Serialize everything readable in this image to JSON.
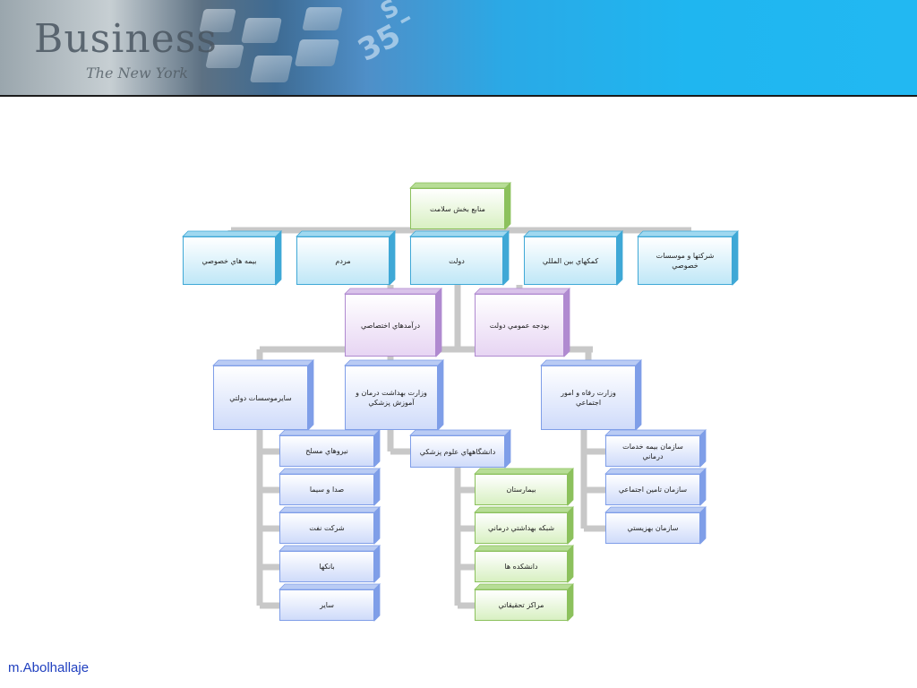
{
  "header": {
    "brand": "Business",
    "brand_sub": "The New York",
    "glyphs": [
      "35",
      "–",
      "S"
    ]
  },
  "footer": {
    "author": "m.Abolhallaje"
  },
  "colors": {
    "connector": "#c8c8c8",
    "green": "#8cc15d",
    "cyan": "#3fa8d6",
    "purple": "#b08ad0",
    "blue": "#7f9ee8",
    "author_text": "#1f3fbf"
  },
  "diagram": {
    "root": "منابع بخش سلامت",
    "sources": [
      "بيمه هاي خصوصي",
      "مردم",
      "دولت",
      "كمكهاي بين المللي",
      "شركتها و موسسات خصوصي"
    ],
    "government_sources": [
      "درآمدهاي اختصاصي",
      "بودجه عمومي دولت"
    ],
    "agencies": [
      "سايرموسسات دولتي",
      "وزارت بهداشت درمان و آموزش پزشكي",
      "وزارت رفاه و امور اجتماعي"
    ],
    "other_agencies": [
      "نيروهاي مسلح",
      "صدا و سيما",
      "شركت نفت",
      "بانكها",
      "ساير"
    ],
    "ministry_branch": "دانشگاههاي علوم پزشكي",
    "university_units": [
      "بيمارستان",
      "شبكه بهداشتي درماني",
      "دانشكده ها",
      "مراكز تحقيقاتي"
    ],
    "welfare_units": [
      "سازمان بيمه خدمات درماني",
      "سازمان تامين اجتماعي",
      "سازمان بهزيستي"
    ]
  }
}
